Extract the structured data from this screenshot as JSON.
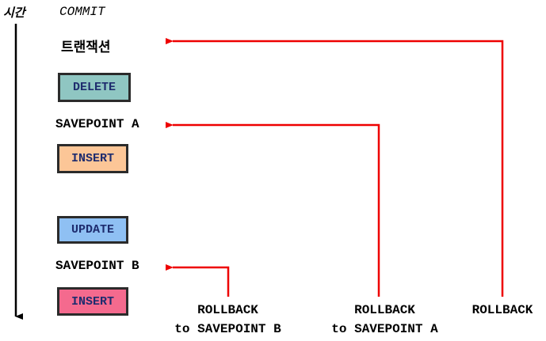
{
  "time_label": "시간",
  "commit_label": "COMMIT",
  "transaction_label": "트랜잭션",
  "savepoint_a": "SAVEPOINT A",
  "savepoint_b": "SAVEPOINT B",
  "operations": [
    {
      "label": "DELETE",
      "color": "#8fc6c2"
    },
    {
      "label": "INSERT",
      "color": "#fcc697"
    },
    {
      "label": "UPDATE",
      "color": "#8fc0f3"
    },
    {
      "label": "INSERT",
      "color": "#f46a8e"
    }
  ],
  "rollbacks": [
    {
      "line1": "ROLLBACK",
      "line2": "to SAVEPOINT B"
    },
    {
      "line1": "ROLLBACK",
      "line2": "to SAVEPOINT A"
    },
    {
      "line1": "ROLLBACK",
      "line2": ""
    }
  ],
  "colors": {
    "arrow": "#ee0000",
    "timeline": "#000000"
  }
}
